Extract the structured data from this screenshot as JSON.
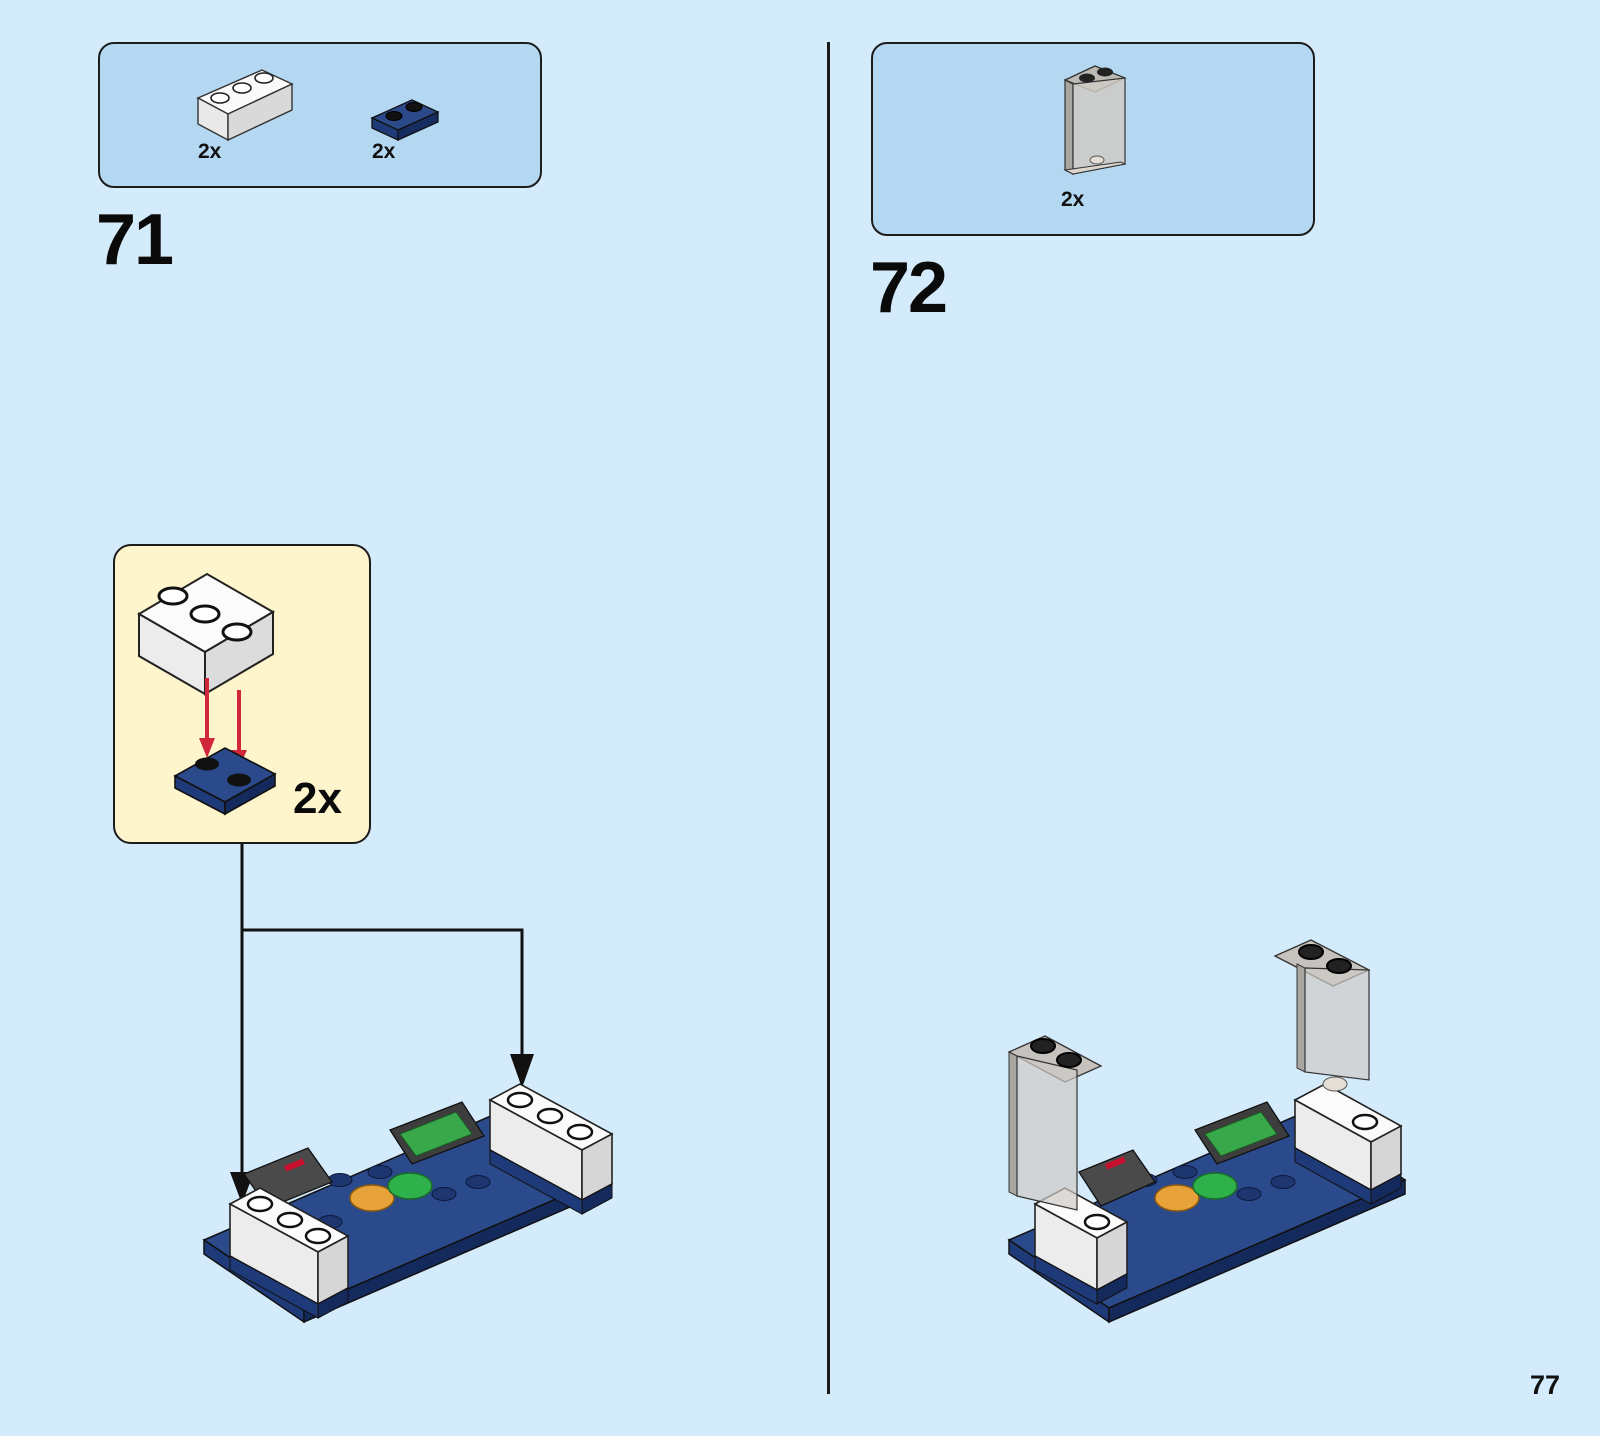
{
  "colors": {
    "background": "#d4ebfb",
    "parts_box": "#b4d8f2",
    "callout": "#fff5cc",
    "dark_blue": "#1f3a78",
    "white_brick": "#f2f2f2",
    "trans_clear": "#c9c6c2",
    "arrow_red": "#d0283a"
  },
  "steps": [
    {
      "number": "71",
      "parts": [
        {
          "part": "white 1x3 brick",
          "qty": "2x"
        },
        {
          "part": "dark blue 1x2 plate",
          "qty": "2x"
        }
      ],
      "callout": {
        "multiplier": "2x"
      }
    },
    {
      "number": "72",
      "parts": [
        {
          "part": "trans-clear 1x2x3 panel",
          "qty": "2x"
        }
      ]
    }
  ],
  "page_number": "77"
}
